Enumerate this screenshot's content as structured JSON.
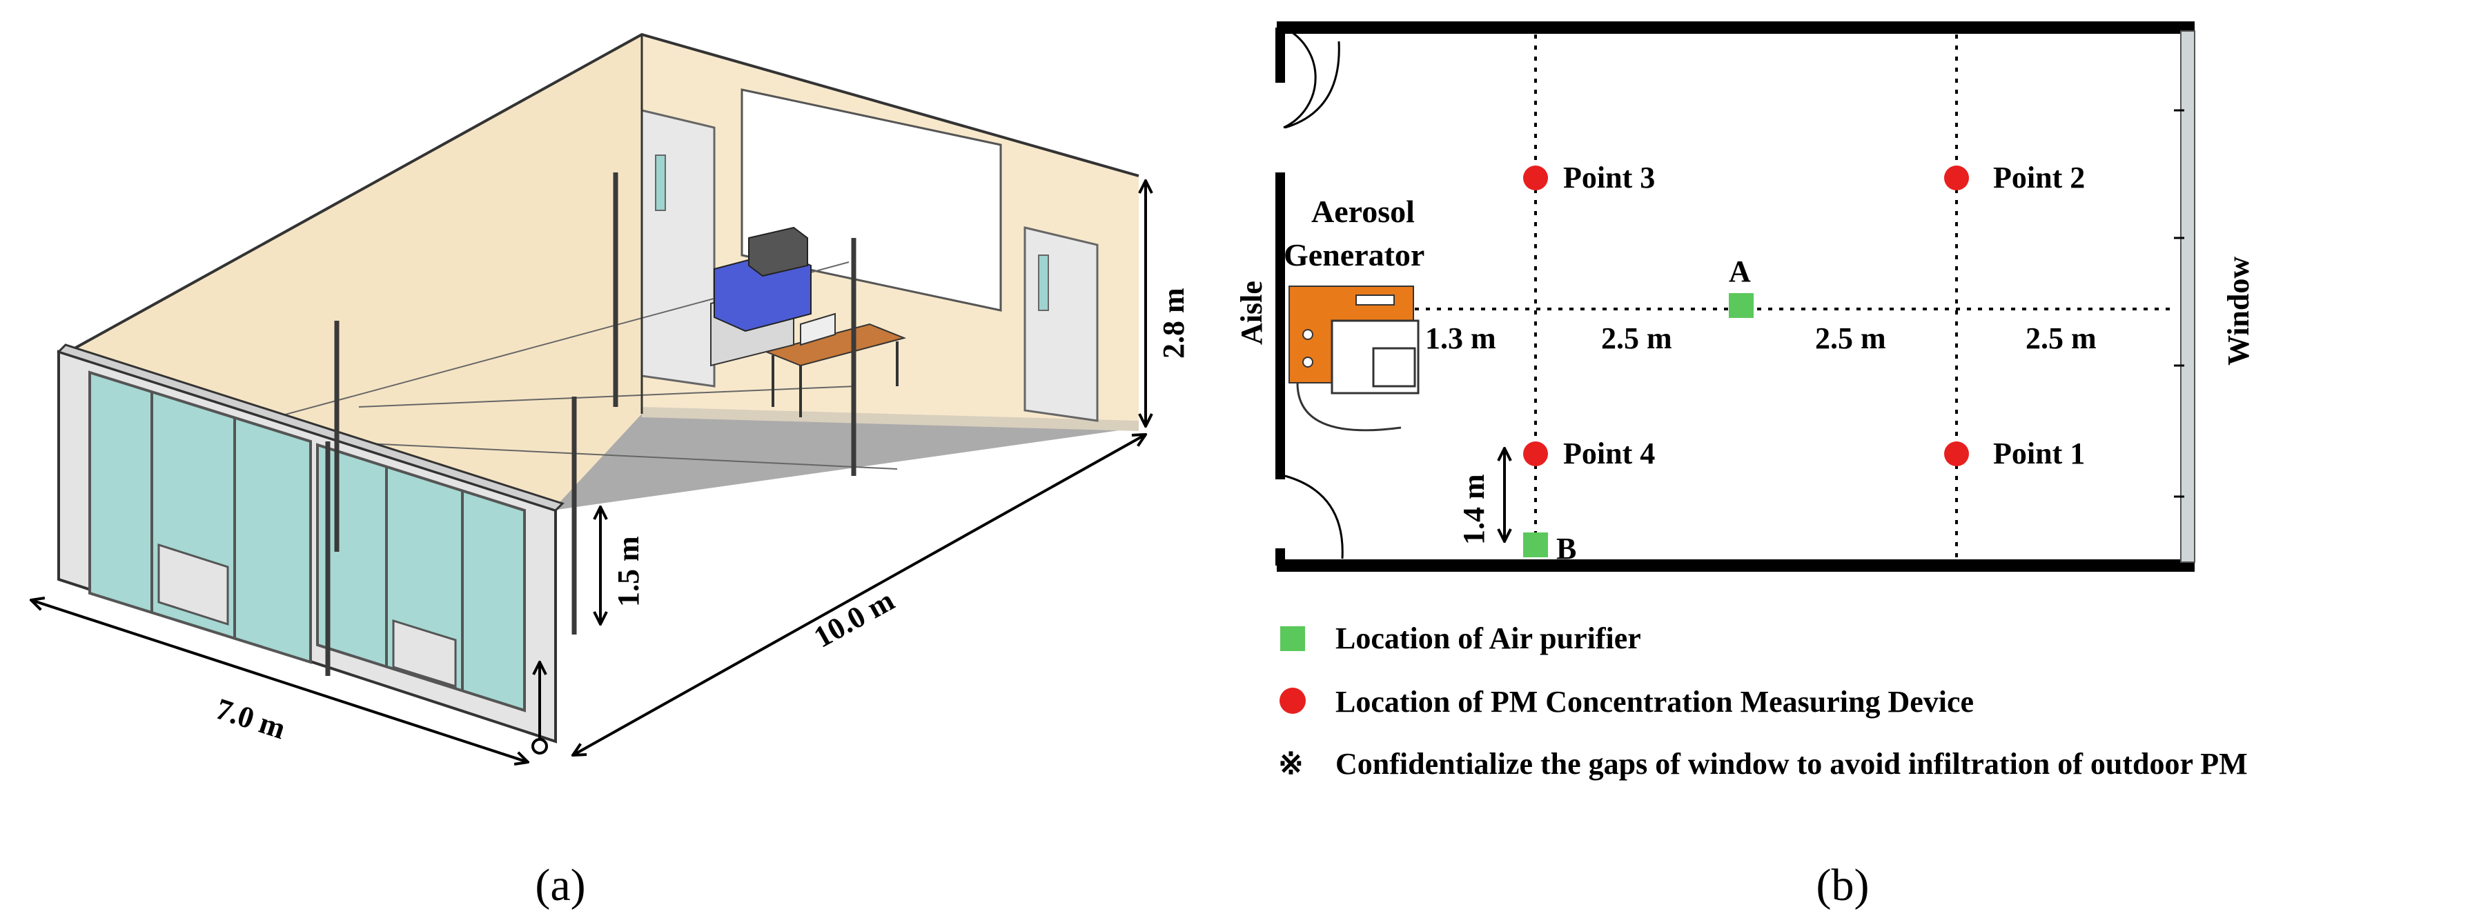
{
  "panel_a": {
    "caption": "(a)",
    "dim_width": "7.0 m",
    "dim_length": "10.0 m",
    "dim_height": "2.8 m",
    "dim_probe_height": "1.5 m"
  },
  "panel_b": {
    "caption": "(b)",
    "aisle_label": "Aisle",
    "window_label": "Window",
    "aerosol_line1": "Aerosol",
    "aerosol_line2": "Generator",
    "points": [
      {
        "label": "Point 3"
      },
      {
        "label": "Point 2"
      },
      {
        "label": "Point 4"
      },
      {
        "label": "Point 1"
      }
    ],
    "purifiers": [
      {
        "label": "A"
      },
      {
        "label": "B"
      }
    ],
    "spacings": [
      "1.3 m",
      "2.5 m",
      "2.5 m",
      "2.5 m"
    ],
    "vertical_spacing": "1.4 m",
    "legend": {
      "purifier": "Location of Air purifier",
      "device": "Location of PM Concentration Measuring Device",
      "note_symbol": "※",
      "note": "Confidentialize the gaps of window to avoid infiltration of outdoor PM"
    }
  },
  "colors": {
    "wall": "#f5e6c8",
    "floor": "#a9a9a9",
    "glass": "#9fd3cf",
    "purifier": "#5bc85b",
    "device": "#e81f1f",
    "generator": "#e87a1a",
    "cabinet": "#4c5cd6"
  }
}
